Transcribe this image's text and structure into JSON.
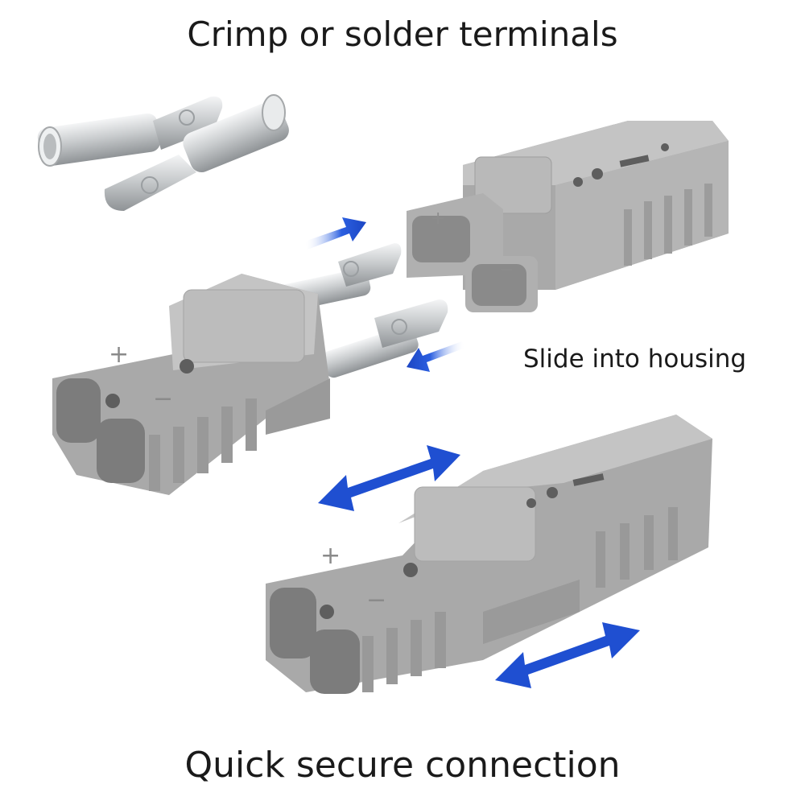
{
  "captions": {
    "top": "Crimp or solder terminals",
    "middle": "Slide into housing",
    "bottom": "Quick secure connection"
  },
  "housing": {
    "plus_symbol": "+",
    "minus_symbol": "−"
  },
  "colors": {
    "housing_gray": "#a9a9a9",
    "housing_light": "#c4c4c4",
    "housing_dark": "#8c8c8c",
    "metal": "#d6d8da",
    "arrow_blue": "#1f4fd1",
    "text": "#1a1a1a"
  },
  "icons": [
    "arrow-right-icon",
    "arrow-left-icon",
    "double-arrow-icon"
  ]
}
